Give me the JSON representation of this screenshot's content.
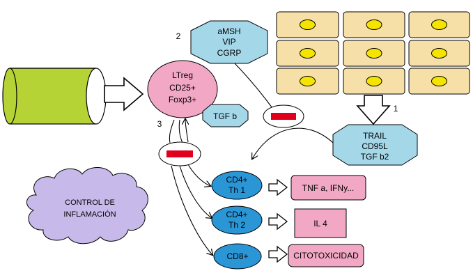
{
  "colors": {
    "cylinder_body": "#b5d334",
    "cylinder_end": "#ffffff",
    "treg": "#f2a8c4",
    "hexagon": "#a4d8e9",
    "cell": "#f6e0a8",
    "nucleus": "#f5e400",
    "th": "#2b96d6",
    "result_box": "#f2a8c4",
    "inhibitor": "#e0001b",
    "cloud": "#c7b9ea"
  },
  "labels": {
    "treg": [
      "LTreg",
      "CD25+",
      "Foxp3+"
    ],
    "hex_top": [
      "aMSH",
      "VIP",
      "CGRP"
    ],
    "hex_tgf": "TGF b",
    "hex_trail": [
      "TRAIL",
      "CD95L",
      "TGF b2"
    ],
    "th1": [
      "CD4+",
      "Th 1"
    ],
    "th2": [
      "CD4+",
      "Th 2"
    ],
    "cd8": "CD8+",
    "box_tnf": "TNF a, IFNy...",
    "box_il4": "IL 4",
    "box_cito": "CITOTOXICIDAD",
    "cloud": [
      "CONTROL DE",
      "INFLAMACIÓN"
    ]
  },
  "numbers": {
    "n1": "1",
    "n2": "2",
    "n3": "3"
  },
  "icons": {
    "block_arrow": "block-arrow-icon",
    "inhibitor": "inhibitor-bar-icon"
  }
}
